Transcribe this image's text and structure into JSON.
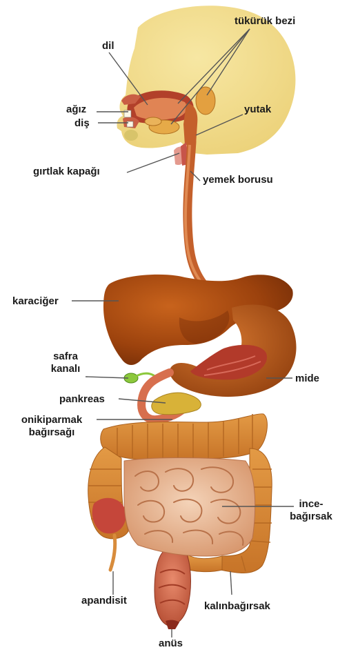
{
  "labels": {
    "tukuruk_bezi": "tükürük bezi",
    "dil": "dil",
    "agiz": "ağız",
    "dis": "diş",
    "yutak": "yutak",
    "girtlak_kapagi": "gırtlak kapağı",
    "yemek_borusu": "yemek borusu",
    "karaciger": "karaciğer",
    "safra_line1": "safra",
    "safra_line2": "kanalı",
    "mide": "mide",
    "pankreas": "pankreas",
    "onikiparmak_line1": "onikiparmak",
    "onikiparmak_line2": "bağırsağı",
    "ince_line1": "ince-",
    "ince_line2": "bağırsak",
    "apandisit": "apandisit",
    "kalinbagirsak": "kalınbağırsak",
    "anus": "anüs"
  },
  "colors": {
    "head": "#f2dd8c",
    "liver": "#a3470f",
    "stomach": "#b8571e",
    "intestine": "#e7b48c",
    "colon": "#d88c3c",
    "esophagus": "#c4602b",
    "gland": "#e0a23c",
    "pancreas": "#d8b238",
    "gall": "#8cc83c",
    "line": "#555555"
  }
}
